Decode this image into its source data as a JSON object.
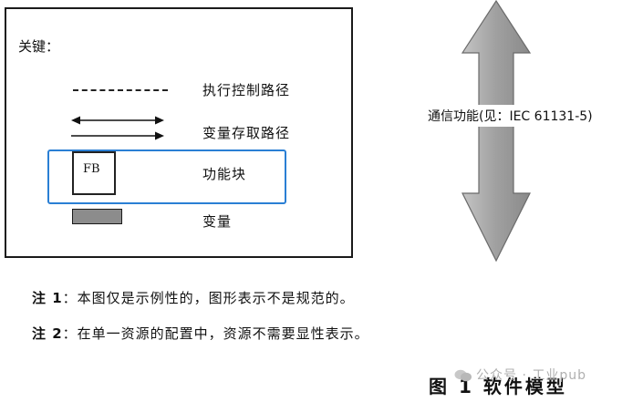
{
  "legend": {
    "title": "关键：",
    "items": [
      {
        "label": "执行控制路径",
        "icon": "dashed-line"
      },
      {
        "label": "变量存取路径",
        "icon": "double-arrow-lines"
      },
      {
        "label": "功能块",
        "icon": "fb-box",
        "box_text": "FB"
      },
      {
        "label": "变量",
        "icon": "gray-rectangle"
      }
    ]
  },
  "communication": {
    "label": "通信功能(见：IEC 61131-5)",
    "icon": "vertical-double-arrow"
  },
  "notes": [
    {
      "prefix": "注 1",
      "text": "：本图仅是示例性的，图形表示不是规范的。"
    },
    {
      "prefix": "注 2",
      "text": "：在单一资源的配置中，资源不需要显性表示。"
    }
  ],
  "figure_caption": "图 1  软件模型",
  "watermark": "公众号 · 工业pub",
  "colors": {
    "fb_frame": "#2a7fd4",
    "variable_fill": "#8c8c8c",
    "big_arrow_fill": "#a8a8a8"
  }
}
